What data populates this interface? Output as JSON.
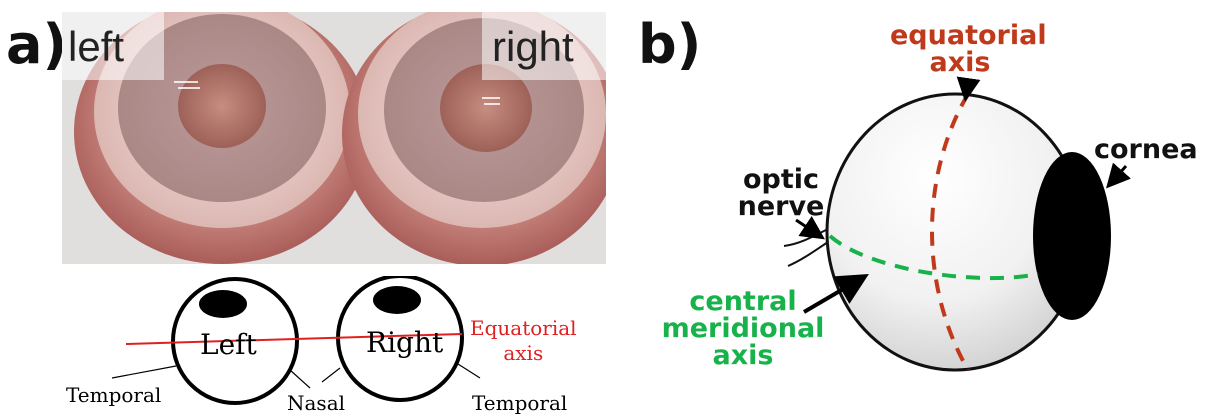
{
  "panel_a": {
    "label": "a)",
    "photo": {
      "left_tag": "left",
      "right_tag": "right"
    },
    "schematic": {
      "left_eye": "Left",
      "right_eye": "Right",
      "equatorial_axis": [
        "Equatorial",
        "axis"
      ],
      "temporal_left": "Temporal",
      "nasal": "Nasal",
      "temporal_right": "Temporal"
    }
  },
  "panel_b": {
    "label": "b)",
    "equatorial_axis": [
      "equatorial",
      "axis"
    ],
    "cornea": "cornea",
    "optic_nerve": [
      "optic",
      "nerve"
    ],
    "central_meridional_axis": [
      "central",
      "meridional",
      "axis"
    ]
  },
  "colors": {
    "equatorial_red": "#c0391b",
    "meridional_green": "#18b24b",
    "schematic_red": "#e02020"
  }
}
